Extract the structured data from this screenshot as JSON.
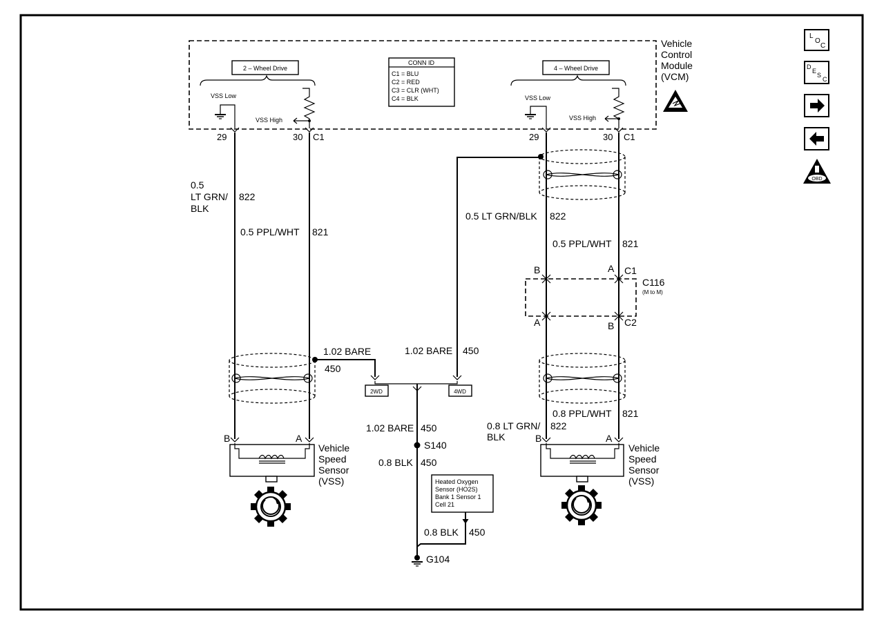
{
  "vcm": {
    "title_lines": [
      "Vehicle",
      "Control",
      "Module",
      "(VCM)"
    ]
  },
  "conn_id": {
    "title": "CONN ID",
    "rows": [
      "C1 = BLU",
      "C2 = RED",
      "C3 = CLR (WHT)",
      "C4 = BLK"
    ]
  },
  "left": {
    "drive_label": "2 – Wheel Drive",
    "vss_low": "VSS Low",
    "vss_high": "VSS High",
    "pin_low": "29",
    "pin_high": "30",
    "connector": "C1",
    "wire_low_lines": [
      "0.5",
      "LT GRN/",
      "BLK"
    ],
    "wire_low_circuit": "822",
    "wire_high": "0.5 PPL/WHT",
    "wire_high_circuit": "821",
    "bare_label": "1.02 BARE",
    "bare_circuit": "450",
    "pin_b": "B",
    "pin_a": "A",
    "sensor_lines": [
      "Vehicle",
      "Speed",
      "Sensor",
      "(VSS)"
    ]
  },
  "right": {
    "drive_label": "4 – Wheel Drive",
    "vss_low": "VSS Low",
    "vss_high": "VSS High",
    "pin_low": "29",
    "pin_high": "30",
    "connector": "C1",
    "wire_low": "0.5 LT GRN/BLK",
    "wire_low_circuit": "822",
    "wire_high": "0.5 PPL/WHT",
    "wire_high_circuit": "821",
    "c116_pin_b_top": "B",
    "c116_pin_a_top": "A",
    "c116_c1": "C1",
    "c116_name": "C116",
    "c116_sub": "(M to M)",
    "c116_pin_a_bot": "A",
    "c116_pin_b_bot": "B",
    "c116_c2": "C2",
    "wire_high_2": "0.8 PPL/WHT",
    "wire_high_2_circuit": "821",
    "wire_low_2_lines": [
      "0.8 LT GRN/",
      "BLK"
    ],
    "wire_low_2_circuit": "822",
    "pin_b": "B",
    "pin_a": "A",
    "sensor_lines": [
      "Vehicle",
      "Speed",
      "Sensor",
      "(VSS)"
    ]
  },
  "center": {
    "bare_label": "1.02 BARE",
    "bare_circuit": "450",
    "tag_2wd": "2WD",
    "tag_4wd": "4WD",
    "trunk_label": "1.02 BARE",
    "trunk_circuit": "450",
    "splice": "S140",
    "blk_label": "0.8 BLK",
    "blk_circuit": "450",
    "ho2s_lines": [
      "Heated Oxygen",
      "Sensor (HO2S)",
      "Bank 1 Sensor 1",
      "Cell 21"
    ],
    "blk2_label": "0.8 BLK",
    "blk2_circuit": "450",
    "ground": "G104"
  },
  "nav": {
    "loc": [
      "L",
      "O",
      "C"
    ],
    "desc": [
      "D",
      "E",
      "S",
      "C"
    ],
    "obd": "OBD"
  }
}
